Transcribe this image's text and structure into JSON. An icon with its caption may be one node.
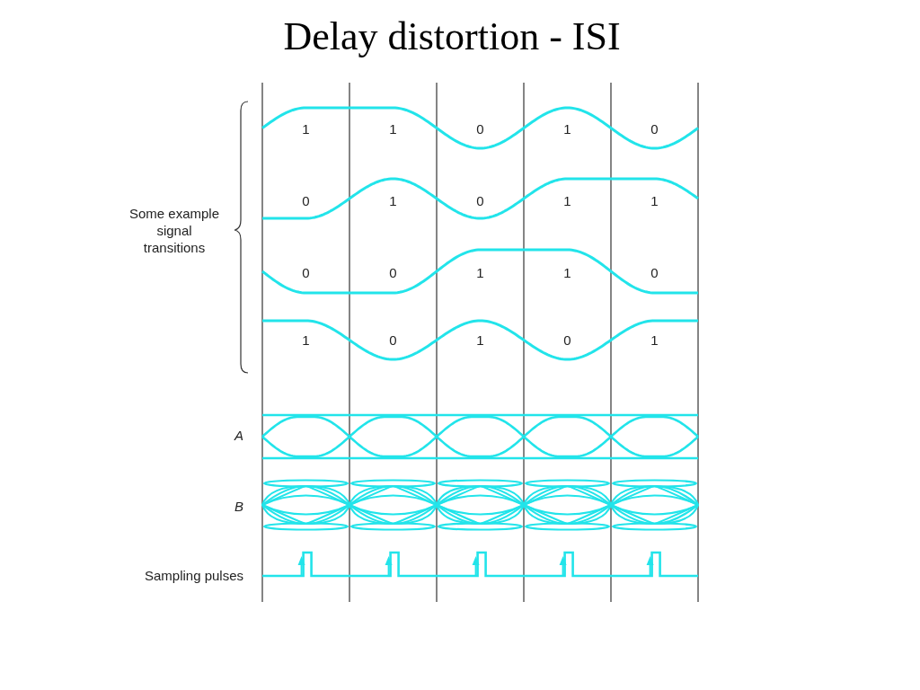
{
  "diagram": {
    "title": "Delay distortion - ISI",
    "labels": [
      "1",
      "1",
      "0",
      "1",
      "0",
      "0",
      "1",
      "0",
      "1",
      "1",
      "Some example signal transitions",
      "0",
      "0",
      "1",
      "1",
      "0",
      "1",
      "0",
      "1",
      "0",
      "1",
      "A",
      "B",
      "Sampling pulses"
    ]
  }
}
